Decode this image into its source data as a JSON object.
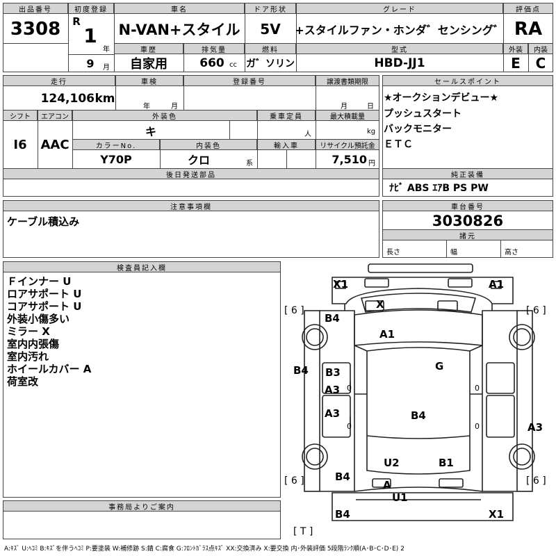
{
  "header": {
    "lot_label": "出品番号",
    "lot": "3308",
    "first_reg_label": "初度登録",
    "era": "R",
    "year": "1",
    "year_unit": "年",
    "month": "9",
    "month_unit": "月",
    "car_name_label": "車名",
    "car_name": "N-VAN+スタイル",
    "door_label": "ドア形状",
    "door": "5V",
    "grade_label": "グレード",
    "grade": "+スタイルファン・ホンダ゛センシング゛",
    "score_label": "評価点",
    "score": "RA",
    "history_label": "車歴",
    "history": "自家用",
    "displacement_label": "排気量",
    "displacement": "660",
    "displacement_unit": "cc",
    "fuel_label": "燃料",
    "fuel": "ガ゛ソリン",
    "model_label": "型式",
    "model": "HBD-JJ1",
    "ext_label": "外装",
    "ext": "E",
    "int_label": "内装",
    "int": "C"
  },
  "row2": {
    "mileage_label": "走行",
    "mileage": "124,106",
    "mileage_unit": "km",
    "inspection_label": "車検",
    "year_unit": "年",
    "month_unit": "月",
    "reg_no_label": "登録番号",
    "transfer_label": "譲渡書類期限",
    "transfer_month": "月",
    "transfer_day": "日",
    "shift_label": "シフト",
    "shift": "I6",
    "ac_label": "エアコン",
    "ac": "AAC",
    "ext_color_label": "外装色",
    "ext_color": "キ",
    "capacity_label": "乗車定員",
    "capacity_unit": "人",
    "max_load_label": "最大積載量",
    "max_load_unit": "kg",
    "color_no_label": "カラーNo.",
    "color_no": "Y70P",
    "int_color_label": "内装色",
    "int_color": "クロ",
    "int_color_unit": "系",
    "import_label": "輸入車",
    "recycle_label": "リサイクル預託金",
    "recycle": "7,510",
    "recycle_unit": "円",
    "later_parts_label": "後日発送部品"
  },
  "sales": {
    "label": "セールスポイント",
    "lines": [
      "★オークションデビュー★",
      "プッシュスタート",
      "バックモニター",
      "ＥＴＣ"
    ]
  },
  "equipment": {
    "label": "純正装備",
    "value": "ﾅﾋﾞ ABS ｴｱB PS PW"
  },
  "notes": {
    "label": "注意事項欄",
    "value": "ケーブル積込み"
  },
  "chassis": {
    "label": "車台番号",
    "value": "3030826"
  },
  "specs": {
    "label": "諸元",
    "length": "長さ",
    "width": "幅",
    "height": "高さ"
  },
  "inspector": {
    "label": "検査員記入欄",
    "lines": [
      "Ｆインナー U",
      "ロアサポート U",
      "コアサポート U",
      "外装小傷多い",
      "ミラー X",
      "室内内張傷",
      "室内汚れ",
      "ホイールカバー A",
      "荷室改"
    ]
  },
  "office": {
    "label": "事務局よりご案内"
  },
  "diagram": {
    "labels": {
      "x1_tl": "X1",
      "a1_tr": "A1",
      "x_windshield": "X",
      "six_tl": "[ 6 ]",
      "six_tr": "[ 6 ]",
      "six_bl": "[ 6 ]",
      "six_br": "[ 6 ]",
      "b4_front": "B4",
      "a1_hood": "A1",
      "g_hood": "G",
      "b4_left": "B4",
      "b3": "B3",
      "a3_mid": "A3",
      "zero_l1": "0",
      "a3_left": "A3",
      "zero_l2": "0",
      "b4_roof": "B4",
      "a3_right": "A3",
      "zero_r1": "0",
      "zero_r2": "0",
      "u2": "U2",
      "b1": "B1",
      "b4_rear_l": "B4",
      "a_rear": "A",
      "u1": "U1",
      "b4_bottom": "B4",
      "x1_br": "X1",
      "t": "[ T ]"
    }
  },
  "legend": "A:ｷｽﾞ U:ﾍｺﾐ B:ｷｽﾞを伴うﾍｺﾐ P:要塗装 W:補修跡 S:錆 C:腐食 G:ﾌﾛﾝﾄｶﾞﾗｽ点ｷｽﾞ XX:交換済み X:要交換 内･外装評価 5段階ﾗﾝｸ順(A･B･C･D･E) 2"
}
